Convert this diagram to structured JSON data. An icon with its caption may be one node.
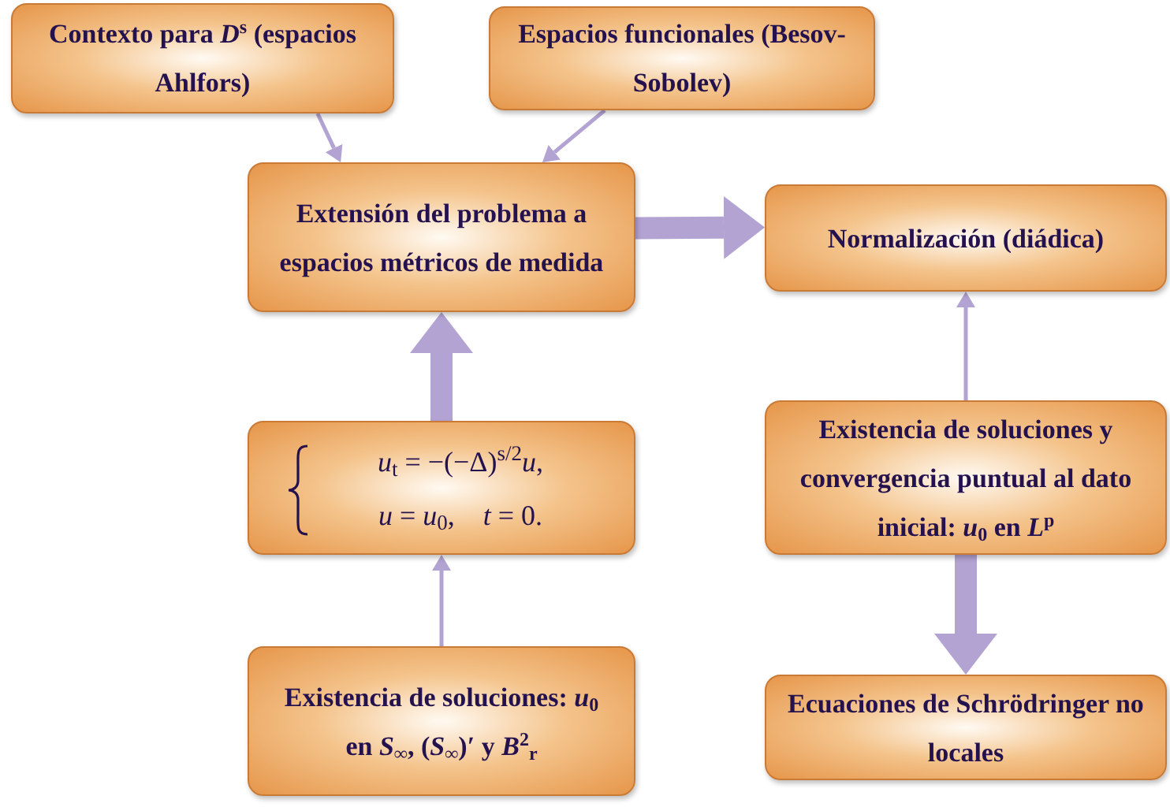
{
  "diagram": {
    "nodes": [
      {
        "text": [
          "Contexto para *D*$^{s}$ (espacios Ahlfors)"
        ]
      },
      {
        "text": [
          "Espacios funcionales (Besov-Sobolev)"
        ]
      },
      {
        "text": [
          "Extensión del problema a espacios métricos de medida"
        ]
      },
      {
        "text": [
          "Normalización (diádica)"
        ]
      },
      {
        "text": [
          "*u*$_{t}$ = −(−Δ)$^{s/2}$*u*,",
          "*u* = *u*$_{0}$,    *t* = 0."
        ]
      },
      {
        "text": [
          "Existencia de soluciones y convergencia puntual al dato inicial: *u*$_{0}$ en *L*$^{p}$"
        ]
      },
      {
        "text": [
          "Existencia de soluciones: *u*$_{0}$ en *S*$_{∞}$, (*S*$_{∞}$)′ y *B*$^{2}$$_{r}$"
        ]
      },
      {
        "text": [
          "Ecuaciones de Schrödringer no locales"
        ]
      }
    ],
    "edges": [
      {
        "from": 0,
        "to": 2,
        "arrow": "to"
      },
      {
        "from": 1,
        "to": 2,
        "arrow": "to"
      },
      {
        "from": 2,
        "to": 3,
        "arrow": "to",
        "style": "thick"
      },
      {
        "from": 4,
        "to": 2,
        "arrow": "to",
        "style": "thick"
      },
      {
        "from": 6,
        "to": 4,
        "arrow": "to"
      },
      {
        "from": 5,
        "to": 3,
        "arrow": "to"
      },
      {
        "from": 5,
        "to": 7,
        "arrow": "to",
        "style": "thick"
      }
    ]
  }
}
